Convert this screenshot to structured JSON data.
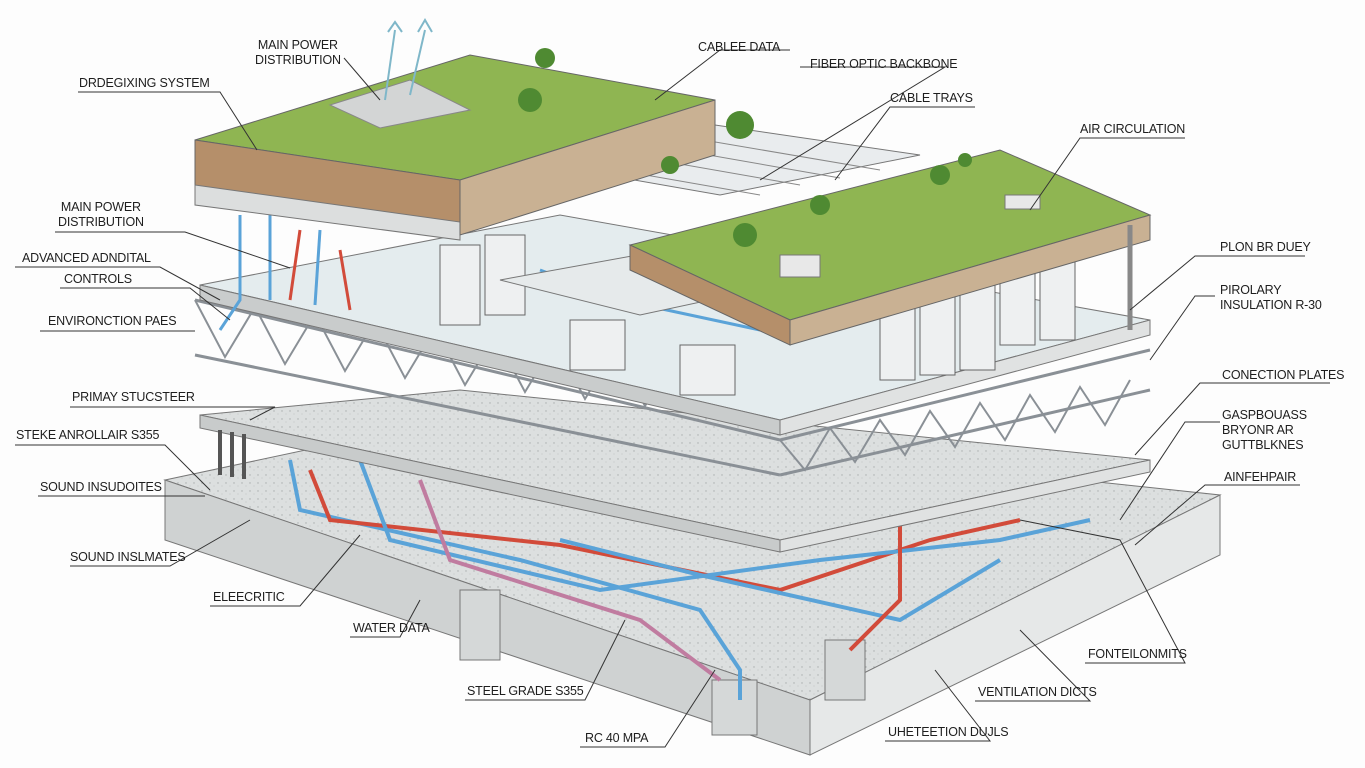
{
  "labels": {
    "main_power_top": [
      "MAIN POWER",
      "DISTRIBUTION"
    ],
    "dredging_system": "DRDEGIXING SYSTEM",
    "main_power_left": [
      "MAIN POWER",
      "DISTRIBUTION"
    ],
    "advanced_controls": "ADVANCED ADNDITAL",
    "controls": "CONTROLS",
    "environction_paes": "ENVIRONCTION PAES",
    "primay_stucsteer": "PRIMAY STUCSTEER",
    "steel_anrollair": "STEKE ANROLLAIR S355",
    "sound_insudoites": "SOUND INSUDOITES",
    "sound_inslmates": "SOUND INSLMATES",
    "electric": "ELEECRITIC",
    "water_data": "WATER DATA",
    "steel_grade": "STEEL GRADE S355",
    "rc_40_mpa": "RC 40 MPA",
    "uhetetion_dujls": "UHETEETION DUJLS",
    "ventilation_dicts": "VENTILATION DICTS",
    "fonteilonmits": "FONTEILONMITS",
    "cablee_data": "CABLEE DATA",
    "fiber_optic_backbone": "FIBER OPTIC BACKBONE",
    "cable_trays": "CABLE TRAYS",
    "air_circulation": "AIR CIRCULATION",
    "plon_br_duey": "PLON BR DUEY",
    "pirolary_insulation": [
      "PIROLARY",
      "INSULATION R-30"
    ],
    "conection_plates": "CONECTION PLATES",
    "gaspbouass": [
      "GASPBOUASS",
      "BRYONR AR",
      "GUTTBLKNES"
    ],
    "ainfehpair": "AINFEHPAIR"
  },
  "colors": {
    "grass": "#8fb552",
    "soil": "#b58f6a",
    "concrete": "#d9dcdc",
    "steel": "#9aa0a6",
    "water_pipe": "#5aa3d8",
    "hot_pipe": "#d24b3a"
  }
}
